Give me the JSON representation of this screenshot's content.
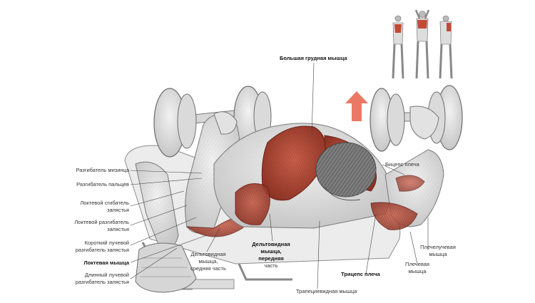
{
  "labels": {
    "pectoralis_major": "Большая грудная мышца",
    "ext_digiti_minimi": "Разгибатель мизинца",
    "ext_digitorum": "Разгибатель пальцев",
    "flexor_carpi_ulnaris_1": "Локтевой сгибатель",
    "flexor_carpi_ulnaris_2": "запястья",
    "ext_carpi_ulnaris_1": "Локтевой разгибатель",
    "ext_carpi_ulnaris_2": "запястья",
    "ext_carpi_rad_brevis_1": "Короткий лучевой",
    "ext_carpi_rad_brevis_2": "разгибатель запястья",
    "anconeus": "Локтевая мышца",
    "ext_carpi_rad_longus_1": "Длинный лучевой",
    "ext_carpi_rad_longus_2": "разгибатель запястья",
    "delt_middle_1": "Дельтовидная",
    "delt_middle_2": "мышца,",
    "delt_middle_3": "средняя часть",
    "delt_front_1": "Дельтовидная",
    "delt_front_2": "мышца,",
    "delt_front_3": "передняя",
    "delt_front_4": "часть",
    "biceps": "Бицепс плеча",
    "brachioradialis_1": "Плечелучевая",
    "brachioradialis_2": "мышца",
    "brachialis_1": "Плечевая",
    "brachialis_2": "мышца",
    "triceps": "Трицепс плеча",
    "trapezius": "Трапециевидная мышца"
  },
  "colors": {
    "highlight_muscle": "#a8402e",
    "arrow": "#e8604a",
    "sketch": "#9a9a9a",
    "text": "#333333"
  },
  "icons": {
    "direction": "up-arrow-icon",
    "reference": "mini-figures-icon"
  }
}
